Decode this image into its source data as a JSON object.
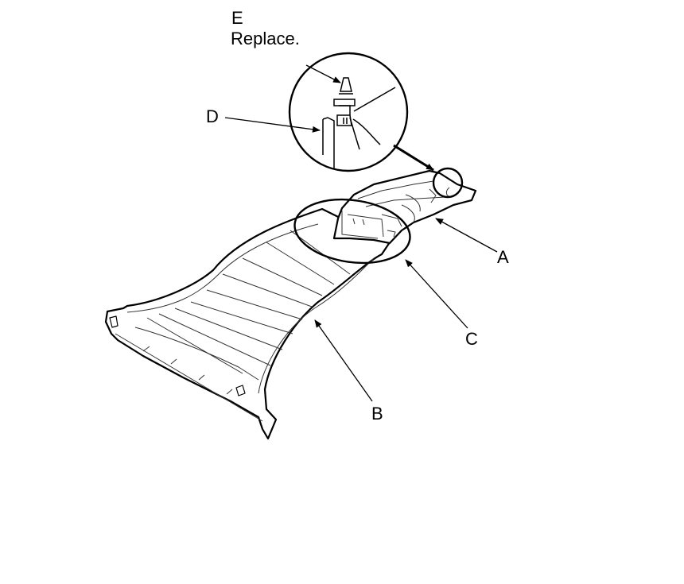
{
  "callouts": {
    "a": "A",
    "b": "B",
    "c": "C",
    "d": "D",
    "e": "E",
    "e_note": "Replace."
  },
  "colors": {
    "line": "#000000",
    "fill": "#ffffff",
    "detail": "#555555"
  }
}
